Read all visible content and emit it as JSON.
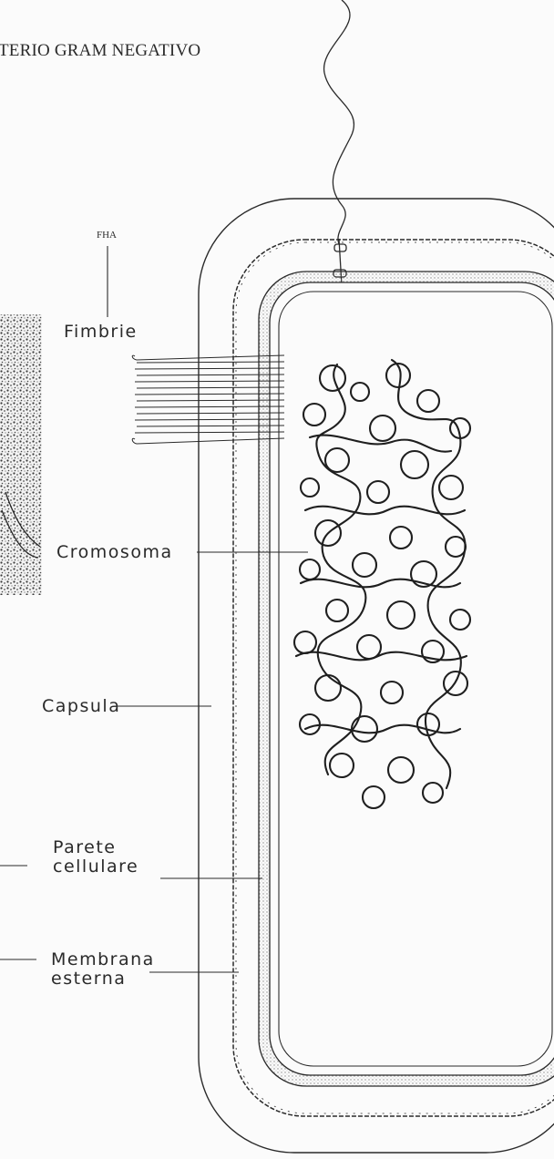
{
  "title": "TERIO  GRAM  NEGATIVO",
  "labels": {
    "fha": "FHA",
    "fimbrie": "Fimbrie",
    "cromosoma": "Cromosoma",
    "capsula": "Capsula",
    "parete_line1": "Parete",
    "parete_line2": "cellulare",
    "membrana_line1": "Membrana",
    "membrana_line2": "esterna"
  },
  "colors": {
    "ink": "#2a2a2a",
    "paper": "#fbfbfb",
    "stipple": "#9a9a9a"
  }
}
